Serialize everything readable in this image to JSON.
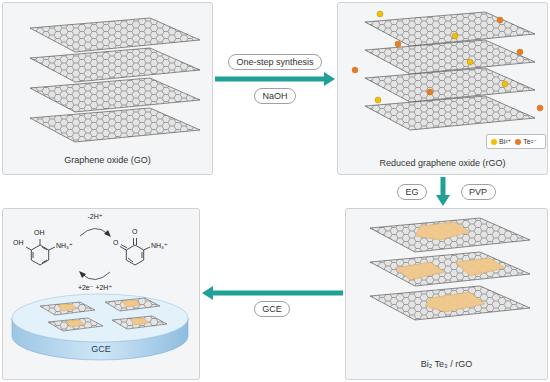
{
  "diagram": {
    "nodes": [
      {
        "text": [
          "Graphene oxide (GO)"
        ]
      },
      {
        "text": [
          "One-step synthesis"
        ]
      },
      {
        "text": [
          "NaOH"
        ]
      },
      {
        "text": [
          "Reduced graphene oxide (rGO)"
        ]
      },
      {
        "text": [
          "EG"
        ]
      },
      {
        "text": [
          "PVP"
        ]
      },
      {
        "text": [
          "GCE"
        ]
      },
      {
        "text": [
          "GCE"
        ]
      },
      {
        "text": [
          "Bi₂ Te₃ / rGO"
        ]
      }
    ],
    "edges": [
      {
        "from": 0,
        "to": 3,
        "arrow": "to"
      },
      {
        "from": 3,
        "to": 8,
        "arrow": "to"
      },
      {
        "from": 8,
        "to": 6,
        "arrow": "to"
      }
    ],
    "labels": [
      "OH",
      "OH",
      "NH₃⁺",
      "O",
      "O",
      "NH₃⁺",
      "-2H⁺",
      "+2e⁻ +2H⁺"
    ],
    "legend": [
      {
        "text": "Bi³⁺",
        "color": "#f2c200"
      },
      {
        "text": "Te²⁻",
        "color": "#ec7a24"
      }
    ]
  }
}
